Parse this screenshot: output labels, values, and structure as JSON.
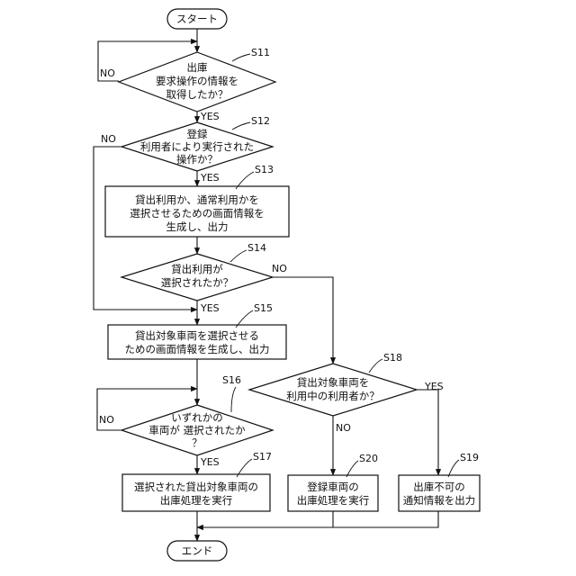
{
  "nodes": {
    "start": "スタート",
    "s11": {
      "label": "S11",
      "lines": [
        "出庫",
        "要求操作の情報を",
        "取得したか？"
      ]
    },
    "s12": {
      "label": "S12",
      "lines": [
        "登録",
        "利用者により実行された",
        "操作か？"
      ]
    },
    "s13": {
      "label": "S13",
      "lines": [
        "貸出利用か、通常利用かを",
        "選択させるための画面情報を",
        "生成し、出力"
      ]
    },
    "s14": {
      "label": "S14",
      "lines": [
        "貸出利用が",
        "選択されたか？"
      ]
    },
    "s15": {
      "label": "S15",
      "lines": [
        "貸出対象車両を選択させる",
        "ための画面情報を生成し、出力"
      ]
    },
    "s16": {
      "label": "S16",
      "lines": [
        "いずれかの",
        "車両が 選択されたか",
        "？"
      ]
    },
    "s17": {
      "label": "S17",
      "lines": [
        "選択された貸出対象車両の",
        "出庫処理を実行"
      ]
    },
    "s18": {
      "label": "S18",
      "lines": [
        "貸出対象車両を",
        "利用中の利用者か？"
      ]
    },
    "s19": {
      "label": "S19",
      "lines": [
        "出庫不可の",
        "通知情報を出力"
      ]
    },
    "s20": {
      "label": "S20",
      "lines": [
        "登録車両の",
        "出庫処理を実行"
      ]
    },
    "end": "エンド"
  },
  "branches": {
    "s11_yes": "YES",
    "s11_no": "NO",
    "s12_yes": "YES",
    "s12_no": "NO",
    "s14_yes": "YES",
    "s14_no": "NO",
    "s16_yes": "YES",
    "s16_no": "NO",
    "s18_yes": "YES",
    "s18_no": "NO"
  }
}
